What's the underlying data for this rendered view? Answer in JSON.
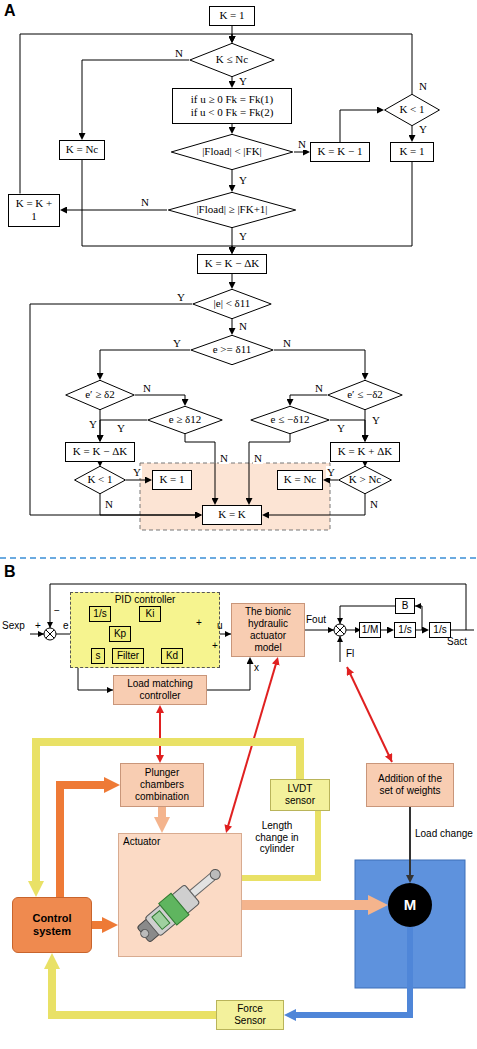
{
  "diagram": {
    "nodes": [
      {
        "text": [
          "K = 1"
        ]
      },
      {
        "text": [
          "K ≤ Nc"
        ]
      },
      {
        "text": [
          "if u ≥ 0 Fk = Fk(1)",
          "if u < 0 Fk = Fk(2)"
        ]
      },
      {
        "text": [
          "K = Nc"
        ]
      },
      {
        "text": [
          "|Fload| < |FK|"
        ]
      },
      {
        "text": [
          "K = K − 1"
        ]
      },
      {
        "text": [
          "K < 1"
        ]
      },
      {
        "text": [
          "K = 1"
        ]
      },
      {
        "text": [
          "K = K + 1"
        ]
      },
      {
        "text": [
          "|Fload| ≥ |FK+1|"
        ]
      },
      {
        "text": [
          "K = K − ΔK"
        ]
      },
      {
        "text": [
          "|e| < δ11"
        ]
      },
      {
        "text": [
          "e >= δ11"
        ]
      },
      {
        "text": [
          "e′ ≥ δ2"
        ]
      },
      {
        "text": [
          "e ≥ δ12"
        ]
      },
      {
        "text": [
          "e′ ≤ −δ2"
        ]
      },
      {
        "text": [
          "e ≤ −δ12"
        ]
      },
      {
        "text": [
          "K = K − ΔK"
        ]
      },
      {
        "text": [
          "K = K + ΔK"
        ]
      },
      {
        "text": [
          "K < 1"
        ]
      },
      {
        "text": [
          "K > Nc"
        ]
      },
      {
        "text": [
          "K = 1"
        ]
      },
      {
        "text": [
          "K = Nc"
        ]
      },
      {
        "text": [
          "K = K"
        ]
      },
      {
        "text": [
          "PID controller"
        ]
      },
      {
        "text": [
          "1/s"
        ],
        "in": 24
      },
      {
        "text": [
          "Ki"
        ],
        "in": 24
      },
      {
        "text": [
          "Kp"
        ],
        "in": 24
      },
      {
        "text": [
          "s"
        ],
        "in": 24
      },
      {
        "text": [
          "Filter"
        ],
        "in": 24
      },
      {
        "text": [
          "Kd"
        ],
        "in": 24
      },
      {
        "text": [
          "The bionic hydraulic actuator model"
        ]
      },
      {
        "text": [
          "Load matching controller"
        ]
      },
      {
        "text": [
          "B"
        ]
      },
      {
        "text": [
          "1/M"
        ]
      },
      {
        "text": [
          "1/s"
        ]
      },
      {
        "text": [
          "1/s"
        ]
      },
      {
        "text": [
          "Plunger chambers combination"
        ]
      },
      {
        "text": [
          "LVDT sensor"
        ]
      },
      {
        "text": [
          "Addition of the set of weights"
        ]
      },
      {
        "text": [
          "Control system"
        ]
      },
      {
        "text": [
          "Actuator"
        ]
      },
      {
        "text": [
          "M"
        ]
      },
      {
        "text": [
          "Force Sensor"
        ]
      }
    ],
    "edges": [
      {
        "from": 0,
        "to": 1,
        "arrow": "to"
      },
      {
        "from": 1,
        "to": 2,
        "label": "Y",
        "arrow": "to"
      },
      {
        "from": 1,
        "to": 3,
        "label": "N",
        "arrow": "to"
      },
      {
        "from": 2,
        "to": 4,
        "arrow": "to"
      },
      {
        "from": 4,
        "to": 5,
        "label": "N",
        "arrow": "to"
      },
      {
        "from": 5,
        "to": 6,
        "arrow": "to"
      },
      {
        "from": 6,
        "to": 7,
        "label": "Y",
        "arrow": "to"
      },
      {
        "from": 6,
        "to": 1,
        "label": "N",
        "arrow": "to"
      },
      {
        "from": 4,
        "to": 9,
        "label": "Y",
        "arrow": "to"
      },
      {
        "from": 9,
        "to": 8,
        "label": "N",
        "arrow": "to"
      },
      {
        "from": 8,
        "to": 1,
        "arrow": "to"
      },
      {
        "from": 3,
        "to": 10,
        "arrow": "to"
      },
      {
        "from": 9,
        "to": 10,
        "label": "Y",
        "arrow": "to"
      },
      {
        "from": 7,
        "to": 10,
        "arrow": "to"
      },
      {
        "from": 10,
        "to": 11,
        "arrow": "to"
      },
      {
        "from": 11,
        "to": 23,
        "label": "Y",
        "arrow": "to"
      },
      {
        "from": 11,
        "to": 12,
        "label": "N",
        "arrow": "to"
      },
      {
        "from": 12,
        "to": 13,
        "label": "Y",
        "arrow": "to"
      },
      {
        "from": 12,
        "to": 15,
        "label": "N",
        "arrow": "to"
      },
      {
        "from": 13,
        "to": 17,
        "label": "Y",
        "arrow": "to"
      },
      {
        "from": 13,
        "to": 14,
        "label": "N",
        "arrow": "to"
      },
      {
        "from": 14,
        "to": 17,
        "label": "Y",
        "arrow": "to"
      },
      {
        "from": 14,
        "to": 23,
        "label": "N",
        "arrow": "to"
      },
      {
        "from": 15,
        "to": 18,
        "label": "Y",
        "arrow": "to"
      },
      {
        "from": 15,
        "to": 16,
        "label": "N",
        "arrow": "to"
      },
      {
        "from": 16,
        "to": 18,
        "label": "Y",
        "arrow": "to"
      },
      {
        "from": 16,
        "to": 23,
        "label": "N",
        "arrow": "to"
      },
      {
        "from": 17,
        "to": 19,
        "arrow": "to"
      },
      {
        "from": 18,
        "to": 20,
        "arrow": "to"
      },
      {
        "from": 19,
        "to": 21,
        "label": "Y",
        "arrow": "to"
      },
      {
        "from": 19,
        "to": 23,
        "label": "N",
        "arrow": "to"
      },
      {
        "from": 20,
        "to": 22,
        "label": "Y",
        "arrow": "to"
      },
      {
        "from": 20,
        "to": 23,
        "label": "N",
        "arrow": "to"
      },
      {
        "from": 25,
        "to": 26,
        "arrow": "to"
      },
      {
        "from": 28,
        "to": 29,
        "arrow": "to"
      },
      {
        "from": 29,
        "to": 30,
        "arrow": "to"
      },
      {
        "from": 34,
        "to": 35,
        "arrow": "to"
      },
      {
        "from": 35,
        "to": 36,
        "arrow": "to"
      },
      {
        "from": 32,
        "to": 31,
        "arrow": "to"
      },
      {
        "from": 32,
        "to": 37,
        "arrow": "both"
      },
      {
        "from": 31,
        "to": 41,
        "arrow": "both"
      },
      {
        "from": 40,
        "to": 37,
        "arrow": "to"
      },
      {
        "from": 40,
        "to": 41,
        "arrow": "to"
      },
      {
        "from": 37,
        "to": 41,
        "arrow": "to"
      },
      {
        "from": 41,
        "to": 42,
        "arrow": "to"
      },
      {
        "from": 38,
        "to": 41,
        "arrow": "none"
      },
      {
        "from": 38,
        "to": 40,
        "arrow": "to"
      },
      {
        "from": 39,
        "to": 42,
        "arrow": "to"
      },
      {
        "from": 42,
        "to": 43,
        "arrow": "to"
      },
      {
        "from": 43,
        "to": 40,
        "arrow": "to"
      }
    ],
    "labels": [
      "A",
      "B",
      "Sexp",
      "+",
      "−",
      "e",
      "+",
      "+",
      "u",
      "x",
      "Fout",
      "Fl",
      "Sact",
      "Length change in cylinder",
      "Load change"
    ]
  }
}
